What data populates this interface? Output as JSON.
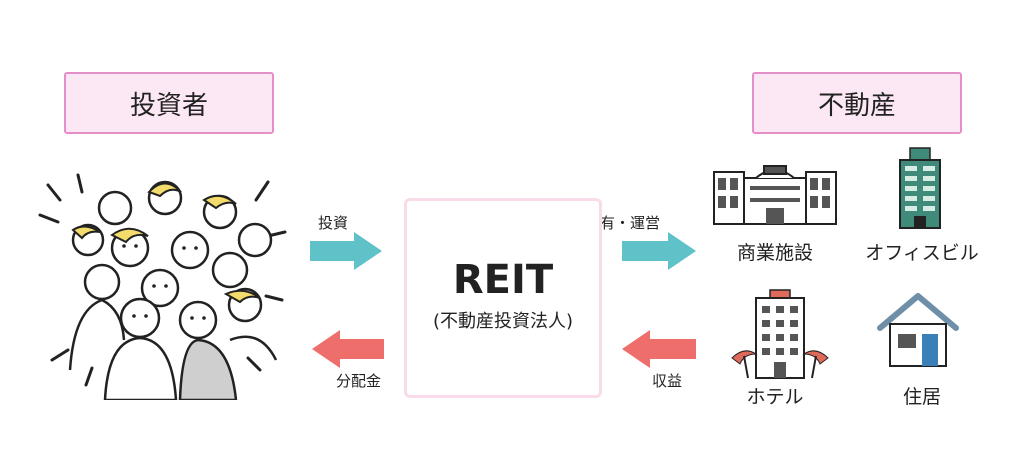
{
  "investor": {
    "label": "投資者"
  },
  "real_estate": {
    "label": "不動産"
  },
  "reit": {
    "title": "REIT",
    "subtitle": "(不動産投資法人)"
  },
  "flows": {
    "invest": "投資",
    "own_operate": "保有・運営",
    "distribution": "分配金",
    "income": "収益"
  },
  "properties": {
    "commercial": "商業施設",
    "office": "オフィスビル",
    "hotel": "ホテル",
    "residence": "住居"
  },
  "colors": {
    "box_fill": "#fce8f4",
    "box_border": "#e58fc9",
    "arrow_right": "#5fc2c9",
    "arrow_left": "#ee6e6c",
    "accent_yellow": "#f3dc6b"
  }
}
